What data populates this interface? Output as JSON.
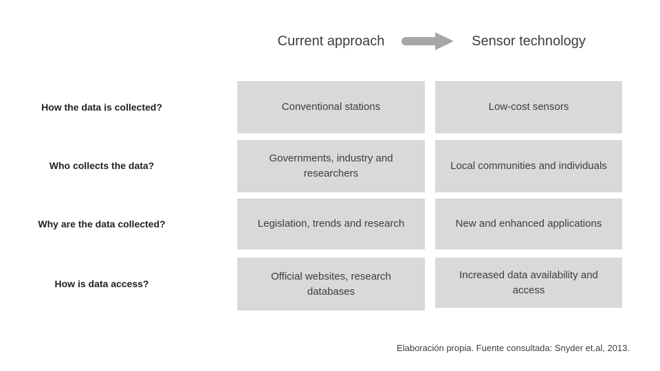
{
  "header": {
    "left_title": "Current approach",
    "right_title": "Sensor technology",
    "arrow_icon": "right-arrow-icon",
    "arrow_color": "#a6a6a6"
  },
  "colors": {
    "cell_background": "#d9d9d9",
    "cell_text": "#3d3d3d",
    "label_text": "#202124",
    "page_background": "#ffffff"
  },
  "table": {
    "row_labels": [
      "How the data is collected?",
      "Who collects the data?",
      "Why are the data collected?",
      "How is data access?"
    ],
    "rows": [
      {
        "label": "How the data is collected?",
        "current_approach": "Conventional stations",
        "sensor_technology": "Low-cost sensors"
      },
      {
        "label": "Who collects the data?",
        "current_approach": "Governments, industry and researchers",
        "sensor_technology": "Local communities and individuals"
      },
      {
        "label": "Why are the data collected?",
        "current_approach": "Legislation, trends and research",
        "sensor_technology": "New and enhanced applications"
      },
      {
        "label": "How is data access?",
        "current_approach": "Official websites, research databases",
        "sensor_technology": "Increased  data availability and access"
      }
    ]
  },
  "footer": {
    "source_note": "Elaboración propia. Fuente consultada: Snyder et.al, 2013."
  }
}
